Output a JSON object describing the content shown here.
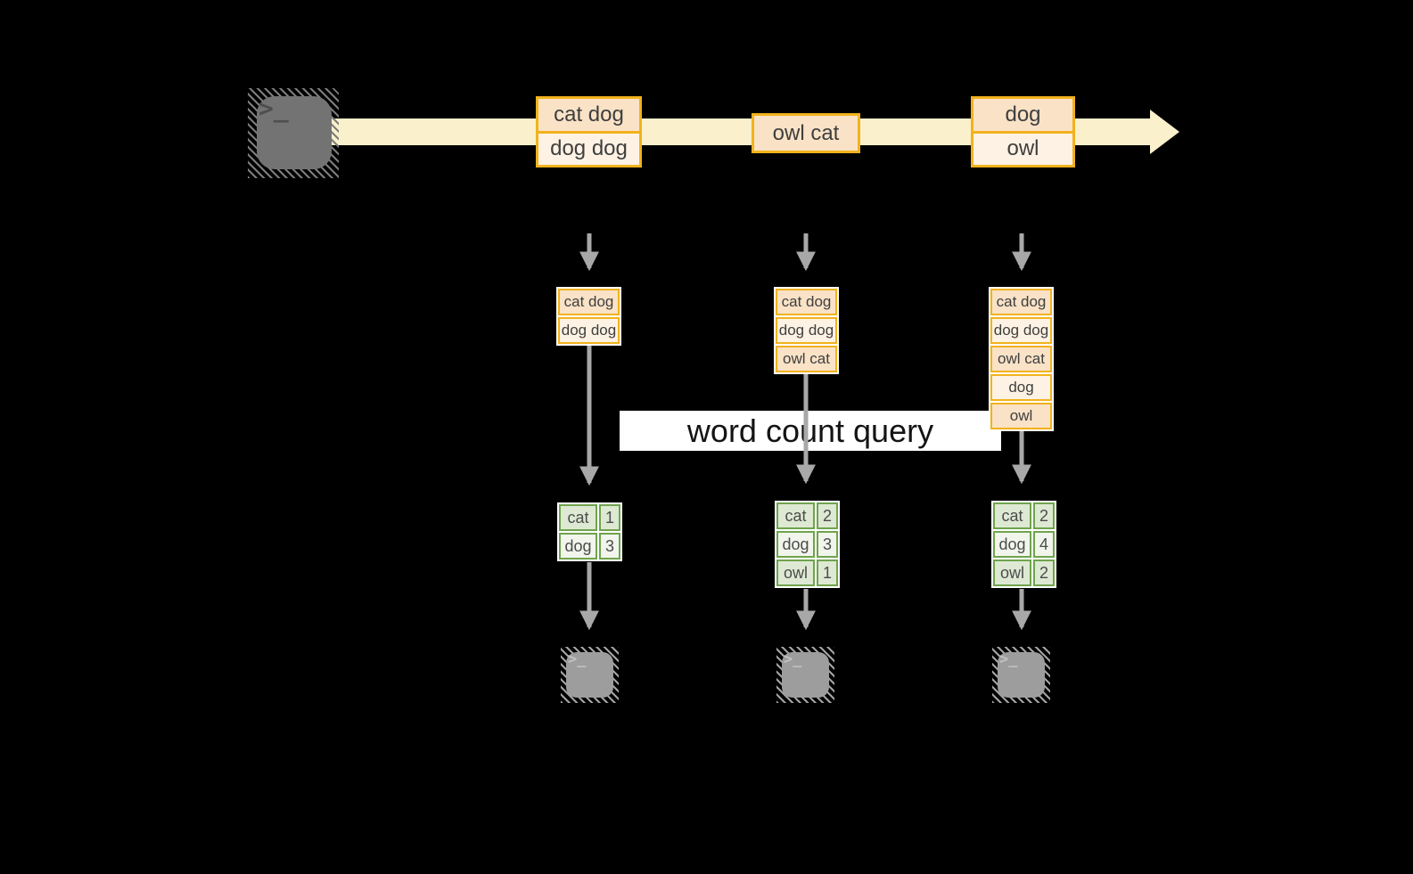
{
  "palette": {
    "background": "#000000",
    "stream_band": "#FAF0CC",
    "event_border": "#F2B21D",
    "event_fill_dark": "#F9E2C6",
    "event_fill_light": "#FDF2E3",
    "table_border": "#6FA44D",
    "table_fill_dark": "#DEE9D3",
    "table_fill_light": "#F1F5EC",
    "arrow_gray": "#A8A8A8",
    "terminal_dark": "#737373",
    "terminal_light": "#9D9D9D"
  },
  "source": {
    "icon": "terminal-icon",
    "prompt": ">_"
  },
  "stream_events": [
    {
      "lines": [
        "cat dog",
        "dog dog"
      ]
    },
    {
      "lines": [
        "owl cat"
      ]
    },
    {
      "lines": [
        "dog",
        "owl"
      ]
    }
  ],
  "query_label": "word count query",
  "columns": [
    {
      "buffer": [
        "cat dog",
        "dog dog"
      ],
      "counts": [
        {
          "word": "cat",
          "count": "1"
        },
        {
          "word": "dog",
          "count": "3"
        }
      ],
      "sink_icon": "terminal-icon"
    },
    {
      "buffer": [
        "cat dog",
        "dog dog",
        "owl cat"
      ],
      "counts": [
        {
          "word": "cat",
          "count": "2"
        },
        {
          "word": "dog",
          "count": "3"
        },
        {
          "word": "owl",
          "count": "1"
        }
      ],
      "sink_icon": "terminal-icon"
    },
    {
      "buffer": [
        "cat dog",
        "dog dog",
        "owl cat",
        "dog",
        "owl"
      ],
      "counts": [
        {
          "word": "cat",
          "count": "2"
        },
        {
          "word": "dog",
          "count": "4"
        },
        {
          "word": "owl",
          "count": "2"
        }
      ],
      "sink_icon": "terminal-icon"
    }
  ]
}
